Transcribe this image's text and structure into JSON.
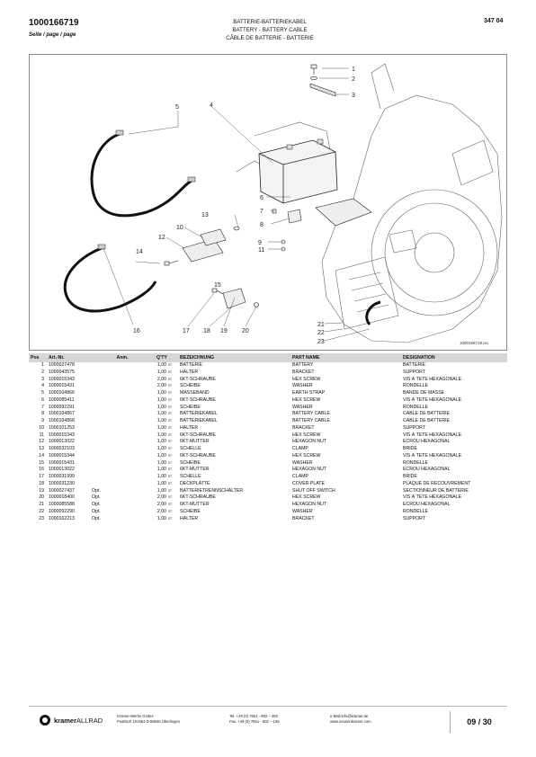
{
  "header": {
    "doc_number": "1000166719",
    "page_label": "Seite / page / page",
    "title_de": "BATTERIE-BATTERIEKABEL",
    "title_en": "BATTERY - BATTERY CABLE",
    "title_fr": "CÂBLE DE BATTERIE - BATTERIE",
    "group_number": "347 04"
  },
  "drawing": {
    "image_ref": "1000166719.iso",
    "callouts": [
      "1",
      "2",
      "3",
      "4",
      "5",
      "6",
      "7",
      "8",
      "9",
      "11",
      "13",
      "10",
      "12",
      "14",
      "15",
      "16",
      "17",
      "18",
      "19",
      "20",
      "21",
      "22",
      "23"
    ]
  },
  "table": {
    "headers": [
      "Pos",
      "Art.-Nr.",
      "Anm.",
      "Q'TY",
      "BEZEICHNUNG",
      "PART NAME",
      "DESIGNATION"
    ],
    "unit": "ST",
    "rows": [
      {
        "pos": "1",
        "art": "1000027478",
        "anm": "",
        "qty": "1,00",
        "de": "BATTERIE",
        "en": "BATTERY",
        "fr": "BATTERIE"
      },
      {
        "pos": "2",
        "art": "1000043575",
        "anm": "",
        "qty": "1,00",
        "de": "HALTER",
        "en": "BRACKET",
        "fr": "SUPPORT"
      },
      {
        "pos": "3",
        "art": "1000015343",
        "anm": "",
        "qty": "2,00",
        "de": "6KT-SCHRAUBE",
        "en": "HEX SCREW",
        "fr": "VIS À TÊTE HEXAGONALE"
      },
      {
        "pos": "4",
        "art": "1000015431",
        "anm": "",
        "qty": "2,00",
        "de": "SCHEIBE",
        "en": "WASHER",
        "fr": "RONDELLE"
      },
      {
        "pos": "5",
        "art": "1000104866",
        "anm": "",
        "qty": "1,00",
        "de": "MASSEBAND",
        "en": "EARTH STRAP",
        "fr": "BANDE DE MASSE"
      },
      {
        "pos": "6",
        "art": "1000085411",
        "anm": "",
        "qty": "1,00",
        "de": "6KT-SCHRAUBE",
        "en": "HEX SCREW",
        "fr": "VIS À TÊTE HEXAGONALE"
      },
      {
        "pos": "7",
        "art": "1000092291",
        "anm": "",
        "qty": "1,00",
        "de": "SCHEIBE",
        "en": "WASHER",
        "fr": "RONDELLE"
      },
      {
        "pos": "8",
        "art": "1000104867",
        "anm": "",
        "qty": "1,00",
        "de": "BATTERIEKABEL",
        "en": "BATTERY CABLE",
        "fr": "CÂBLE DE BATTERIE"
      },
      {
        "pos": "9",
        "art": "1000104868",
        "anm": "",
        "qty": "1,00",
        "de": "BATTERIEKABEL",
        "en": "BATTERY CABLE",
        "fr": "CÂBLE DE BATTERIE"
      },
      {
        "pos": "10",
        "art": "1000101253",
        "anm": "",
        "qty": "1,00",
        "de": "HALTER",
        "en": "BRACKET",
        "fr": "SUPPORT"
      },
      {
        "pos": "11",
        "art": "1000015343",
        "anm": "",
        "qty": "1,00",
        "de": "6KT-SCHRAUBE",
        "en": "HEX SCREW",
        "fr": "VIS À TÊTE HEXAGONALE"
      },
      {
        "pos": "12",
        "art": "1000013022",
        "anm": "",
        "qty": "1,00",
        "de": "6KT-MUTTER",
        "en": "HEXAGON NUT",
        "fr": "ÉCROU HEXAGONAL"
      },
      {
        "pos": "13",
        "art": "1000032103",
        "anm": "",
        "qty": "1,00",
        "de": "SCHELLE",
        "en": "CLAMP",
        "fr": "BRIDE"
      },
      {
        "pos": "14",
        "art": "1000015344",
        "anm": "",
        "qty": "1,00",
        "de": "6KT-SCHRAUBE",
        "en": "HEX SCREW",
        "fr": "VIS À TÊTE HEXAGONALE"
      },
      {
        "pos": "15",
        "art": "1000015431",
        "anm": "",
        "qty": "1,00",
        "de": "SCHEIBE",
        "en": "WASHER",
        "fr": "RONDELLE"
      },
      {
        "pos": "16",
        "art": "1000013022",
        "anm": "",
        "qty": "1,00",
        "de": "6KT-MUTTER",
        "en": "HEXAGON NUT",
        "fr": "ÉCROU HEXAGONAL"
      },
      {
        "pos": "17",
        "art": "1000031999",
        "anm": "",
        "qty": "1,00",
        "de": "SCHELLE",
        "en": "CLAMP",
        "fr": "BRIDE"
      },
      {
        "pos": "18",
        "art": "1000031230",
        "anm": "",
        "qty": "1,00",
        "de": "DECKPLATTE",
        "en": "COVER PLATE",
        "fr": "PLAQUE DE RECOUVREMENT"
      },
      {
        "pos": "19",
        "art": "1000027437",
        "anm": "Opt.",
        "qty": "1,00",
        "de": "BATTERIETRENNSCHALTER",
        "en": "SHUT OFF SWITCH",
        "fr": "SECTIONNEUR DE BATTERIE"
      },
      {
        "pos": "20",
        "art": "1000018400",
        "anm": "Opt.",
        "qty": "2,00",
        "de": "6KT-SCHRAUBE",
        "en": "HEX SCREW",
        "fr": "VIS À TÊTE HEXAGONALE"
      },
      {
        "pos": "21",
        "art": "1000085588",
        "anm": "Opt.",
        "qty": "2,00",
        "de": "6KT-MUTTER",
        "en": "HEXAGON NUT",
        "fr": "ÉCROU HEXAGONAL"
      },
      {
        "pos": "22",
        "art": "1000092290",
        "anm": "Opt.",
        "qty": "2,00",
        "de": "SCHEIBE",
        "en": "WASHER",
        "fr": "RONDELLE"
      },
      {
        "pos": "23",
        "art": "1000162213",
        "anm": "Opt.",
        "qty": "1,00",
        "de": "HALTER",
        "en": "BRACKET",
        "fr": "SUPPORT"
      }
    ]
  },
  "footer": {
    "brand_bold": "kramer",
    "brand_light": "ALLRAD",
    "company_line1": "Kramer-Werke GmbH",
    "company_line2": "Postfach 101563 D-88645 Überlingen",
    "phone_line1": "Tel. +49 (0) 7551 - 802 – 450",
    "phone_line2": "Fax. +49 (0) 7551 - 802 – 135",
    "mail_line1": "e-Mail:info@kramer.de",
    "mail_line2": "www.neusonkramer.com",
    "page_number": "09 / 30"
  }
}
